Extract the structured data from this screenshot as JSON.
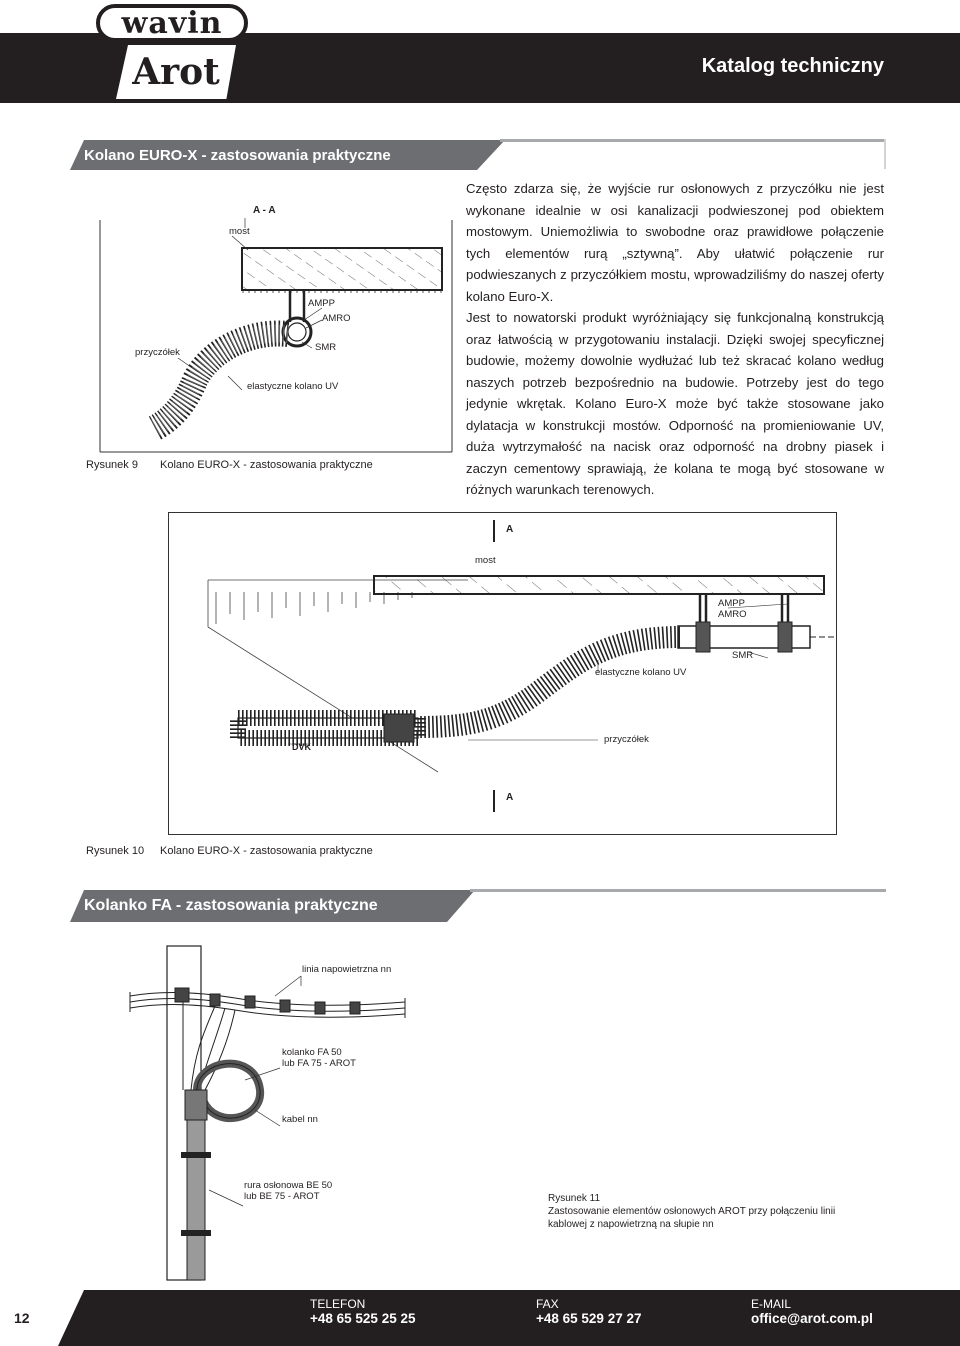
{
  "header": {
    "logo_top": "wavin",
    "logo_bottom": "Arot",
    "logo_reg": "®",
    "title": "Katalog techniczny"
  },
  "section1": {
    "title": "Kolano EURO-X - zastosowania praktyczne",
    "paragraph1": "Często zdarza się, że wyjście rur osłonowych z przyczółku nie jest wykonane idealnie w osi kanalizacji podwieszonej pod obiektem mostowym. Uniemożliwia to swobodne oraz prawidłowe połączenie tych elementów rurą „sztywną”. Aby ułatwić połączenie rur podwieszanych z przyczółkiem mostu, wprowadziliśmy do naszej oferty kolano Euro-X.",
    "paragraph2": "Jest to nowatorski produkt wyróżniający się funkcjonalną konstrukcją oraz łatwością w przygotowaniu instalacji. Dzięki swojej specyficznej budowie, możemy dowolnie wydłużać lub też skracać kolano według naszych potrzeb bezpośrednio na budowie. Potrzeby jest do tego jedynie wkrętak. Kolano Euro-X może być także stosowane jako dylatacja w konstrukcji mostów. Odporność na promieniowanie UV, duża wytrzymałość na nacisk oraz odporność na drobny piasek i zaczyn cementowy sprawiają, że kolana te mogą być stosowane w różnych warunkach terenowych."
  },
  "figure9": {
    "section_label": "A - A",
    "labels": {
      "most": "most",
      "ampp": "AMPP",
      "amro": "AMRO",
      "smr": "SMR",
      "przyczolek": "przyczółek",
      "kolano": "elastyczne kolano UV"
    },
    "caption_num": "Rysunek 9",
    "caption_text": "Kolano EURO-X - zastosowania praktyczne"
  },
  "figure10": {
    "section_top": "A",
    "section_bottom": "A",
    "labels": {
      "most": "most",
      "ampp": "AMPP",
      "amro": "AMRO",
      "smr": "SMR",
      "kolano": "elastyczne kolano UV",
      "przyczolek": "przyczółek",
      "dvk": "DVK"
    },
    "caption_num": "Rysunek 10",
    "caption_text": "Kolano EURO-X - zastosowania praktyczne"
  },
  "section2": {
    "title": "Kolanko FA - zastosowania praktyczne"
  },
  "figure11": {
    "labels": {
      "linia": "linia napowietrzna nn",
      "kolanko1": "kolanko FA 50",
      "kolanko2": "lub FA 75 - AROT",
      "kabel": "kabel nn",
      "rura1": "rura osłonowa BE 50",
      "rura2": "lub BE 75 - AROT"
    },
    "caption_num": "Rysunek 11",
    "caption_text": "Zastosowanie elementów osłonowych AROT przy połączeniu linii kablowej z napowietrzną na słupie nn"
  },
  "footer": {
    "page_number": "12",
    "tel_label": "TELEFON",
    "tel_value": "+48 65 525 25 25",
    "fax_label": "FAX",
    "fax_value": "+48 65 529 27 27",
    "email_label": "E-MAIL",
    "email_value": "office@arot.com.pl"
  },
  "colors": {
    "header_bg": "#231f20",
    "section_bar": "#6d6e71",
    "rule": "#a7a9ac"
  }
}
